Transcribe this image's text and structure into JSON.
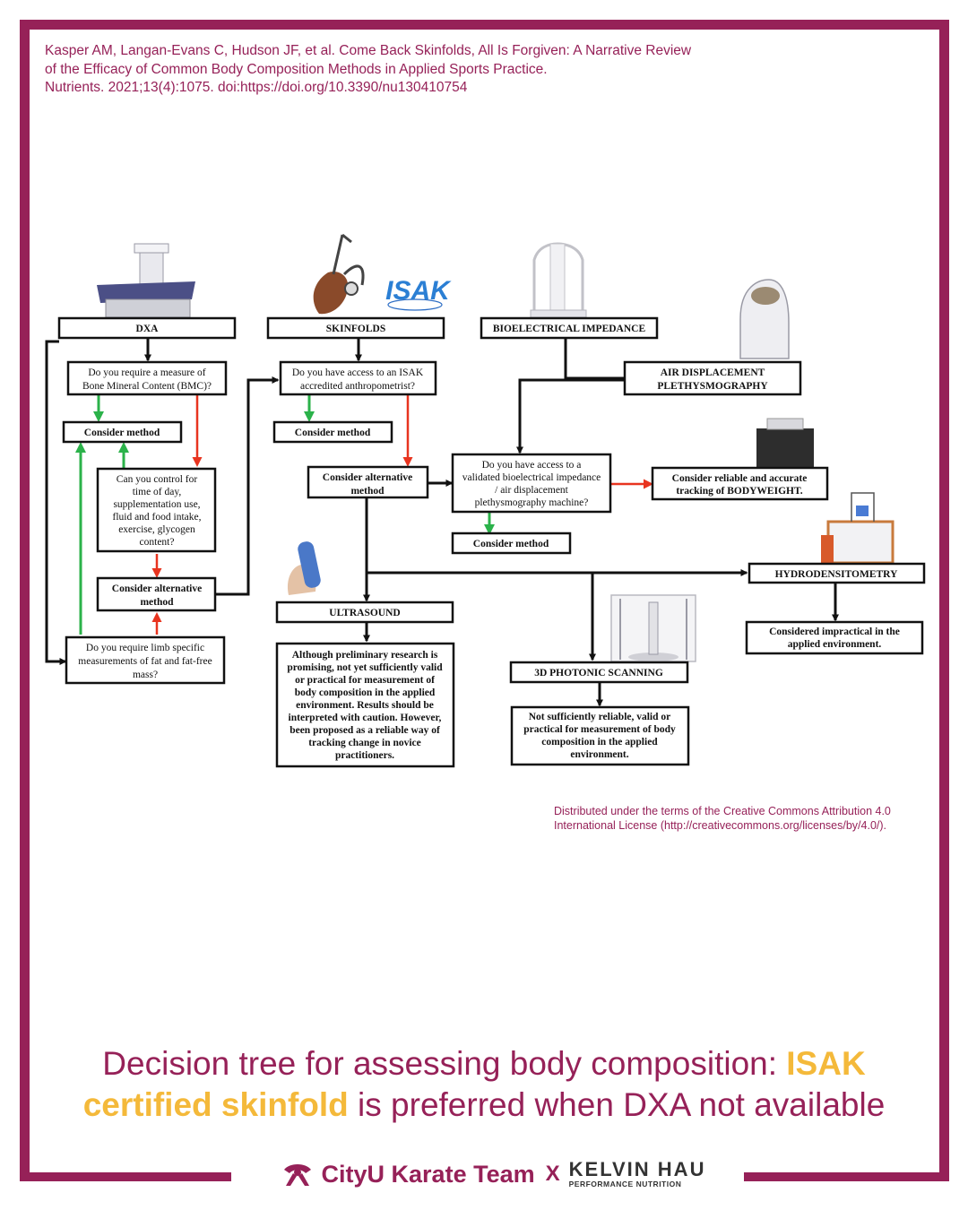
{
  "citation": {
    "line1": "Kasper AM, Langan-Evans C, Hudson JF, et al. Come Back Skinfolds, All Is Forgiven: A Narrative Review",
    "line2": "of the Efficacy of Common Body Composition Methods in Applied Sports Practice.",
    "line3": "Nutrients. 2021;13(4):1075. doi:https://doi.org/10.3390/nu130410754"
  },
  "license": {
    "line1": "Distributed under the terms of the Creative Commons Attribution 4.0",
    "line2": "International License (http://creativecommons.org/licenses/by/4.0/)."
  },
  "caption": {
    "part1": "Decision tree for assessing body composition: ",
    "highlight1": "ISAK",
    "highlight2": "certified skinfold",
    "part2": " is preferred when DXA not available"
  },
  "footer": {
    "team_name": "CityU Karate Team",
    "separator": "X",
    "partner_name": "KELVIN HAU",
    "partner_sub": "PERFORMANCE NUTRITION"
  },
  "colors": {
    "brand": "#962158",
    "highlight": "#f4b93a",
    "yes_arrow": "#2bb24a",
    "no_arrow": "#e8341f"
  },
  "diagram": {
    "isak_logo": "ISAK",
    "dxa": "DXA",
    "dxa_q1": [
      "Do you require a measure of",
      "Bone Mineral Content (BMC)?"
    ],
    "dxa_consider": "Consider method",
    "dxa_q2": [
      "Can you control for",
      "time of day,",
      "supplementation use,",
      "fluid and food intake,",
      "exercise, glycogen",
      "content?"
    ],
    "dxa_alt": [
      "Consider alternative",
      "method"
    ],
    "dxa_q3": [
      "Do you require limb specific",
      "measurements of fat and fat-free",
      "mass?"
    ],
    "skinfolds": "SKINFOLDS",
    "sk_q": [
      "Do you have access to an ISAK",
      "accredited anthropometrist?"
    ],
    "sk_consider": "Consider method",
    "sk_alt": [
      "Consider alternative",
      "method"
    ],
    "bia": "BIOELECTRICAL IMPEDANCE",
    "adp": [
      "AIR DISPLACEMENT",
      "PLETHYSMOGRAPHY"
    ],
    "bia_q": [
      "Do you have access to a",
      "validated bioelectrical impedance",
      "/ air displacement",
      "plethysmography machine?"
    ],
    "bia_consider": "Consider method",
    "bodyweight": [
      "Consider reliable and accurate",
      "tracking of BODYWEIGHT."
    ],
    "hydro": "HYDRODENSITOMETRY",
    "hydro_note": [
      "Considered impractical in the",
      "applied environment."
    ],
    "ultrasound": "ULTRASOUND",
    "us_note": [
      "Although preliminary research is",
      "promising, not yet sufficiently valid",
      "or practical for measurement of",
      "body composition in the applied",
      "environment. Results should be",
      "interpreted with caution. However,",
      "been proposed as a reliable way of",
      "tracking change in novice",
      "practitioners."
    ],
    "photonic": "3D PHOTONIC SCANNING",
    "photonic_note": [
      "Not sufficiently reliable, valid or",
      "practical for measurement of body",
      "composition in the applied",
      "environment."
    ]
  }
}
